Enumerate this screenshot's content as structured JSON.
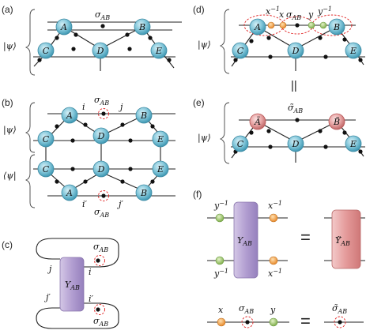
{
  "panels": {
    "a": {
      "label": "(a)",
      "ket": "|ψ⟩",
      "nodes": [
        "A",
        "B",
        "C",
        "D",
        "E"
      ],
      "sigma": "σ",
      "sigma_sub": "AB"
    },
    "b": {
      "label": "(b)",
      "ket": "|ψ⟩",
      "bra": "⟨ψ|",
      "nodes": [
        "A",
        "B",
        "C",
        "D",
        "E"
      ],
      "i": "i",
      "j": "j",
      "ip": "i′",
      "jp": "j′",
      "sigma": "σ",
      "sigma_sub": "AB"
    },
    "c": {
      "label": "(c)",
      "j": "j",
      "i": "i",
      "jp": "j′",
      "ip": "i′",
      "upsilon": "Υ",
      "upsilon_sub": "AB",
      "sigma": "σ",
      "sigma_sub": "AB"
    },
    "d": {
      "label": "(d)",
      "ket": "|ψ⟩",
      "nodes": [
        "A",
        "B",
        "C",
        "D",
        "E"
      ],
      "xinv": "x",
      "x": "x",
      "y": "y",
      "yinv": "y",
      "inv": "−1",
      "sigma": "σ",
      "sigma_sub": "AB"
    },
    "e": {
      "label": "(e)",
      "ket": "|ψ⟩",
      "nodes": [
        "Ã",
        "B̃",
        "C",
        "D",
        "E"
      ],
      "sigma": "σ̃",
      "sigma_sub": "AB"
    },
    "f": {
      "label": "(f)",
      "yinv": "y",
      "xinv": "x",
      "inv": "−1",
      "upsilon": "Υ",
      "upsilon_sub": "AB",
      "upsilon_t": "Υ̃",
      "x": "x",
      "y": "y",
      "sigma": "σ",
      "sigma_t": "σ̃",
      "sigma_sub": "AB"
    }
  },
  "parallel_sign": "||",
  "equals_sign": "=",
  "colors": {
    "node_blue": "#7fc6da",
    "node_red": "#e59a9a",
    "upsilon_purple": "#b7a6d1",
    "orange": "#f2a24a",
    "green": "#9dc56a",
    "dashed_circle": "#e02020"
  }
}
